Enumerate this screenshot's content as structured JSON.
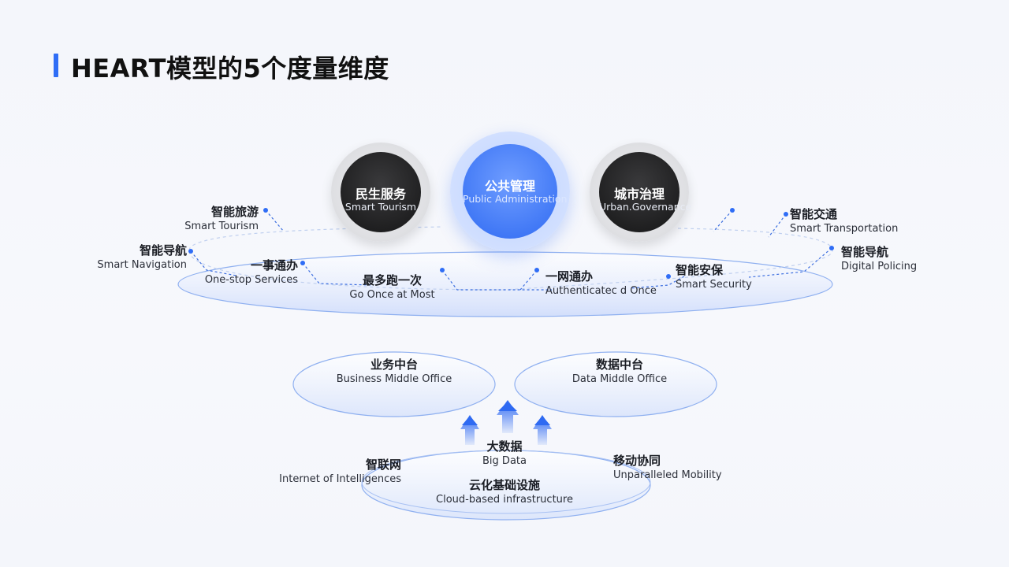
{
  "title": "HEART模型的5个度量维度",
  "top_circles": [
    {
      "zh": "民生服务",
      "en": "Smart Tourism"
    },
    {
      "zh": "公共管理",
      "en": "Public Administration"
    },
    {
      "zh": "城市治理",
      "en": "Urban.Governance"
    }
  ],
  "ring_labels": [
    {
      "zh": "智能旅游",
      "en": "Smart Tourism"
    },
    {
      "zh": "智能导航",
      "en": "Smart Navigation"
    },
    {
      "zh": "一事通办",
      "en": "One-stop Services"
    },
    {
      "zh": "最多跑一次",
      "en": "Go Once at Most"
    },
    {
      "zh": "一网通办",
      "en": "Authenticatec d Once"
    },
    {
      "zh": "智能安保",
      "en": "Smart Security"
    },
    {
      "zh": "智能交通",
      "en": "Smart Transportation"
    },
    {
      "zh": "智能导航",
      "en": "Digital Policing"
    }
  ],
  "middle_platforms": [
    {
      "zh": "业务中台",
      "en": "Business Middle Office"
    },
    {
      "zh": "数据中台",
      "en": "Data Middle Office"
    }
  ],
  "base_labels": [
    {
      "zh": "大数据",
      "en": "Big Data"
    },
    {
      "zh": "智联网",
      "en": "Internet of Intelligences"
    },
    {
      "zh": "移动协同",
      "en": "Unparalleled Mobility"
    },
    {
      "zh": "云化基础设施",
      "en": "Cloud-based infrastructure"
    }
  ],
  "colors": {
    "accent": "#2f6df6",
    "dark_circle": "#1a1a1b",
    "line": "#7fa3e8"
  }
}
